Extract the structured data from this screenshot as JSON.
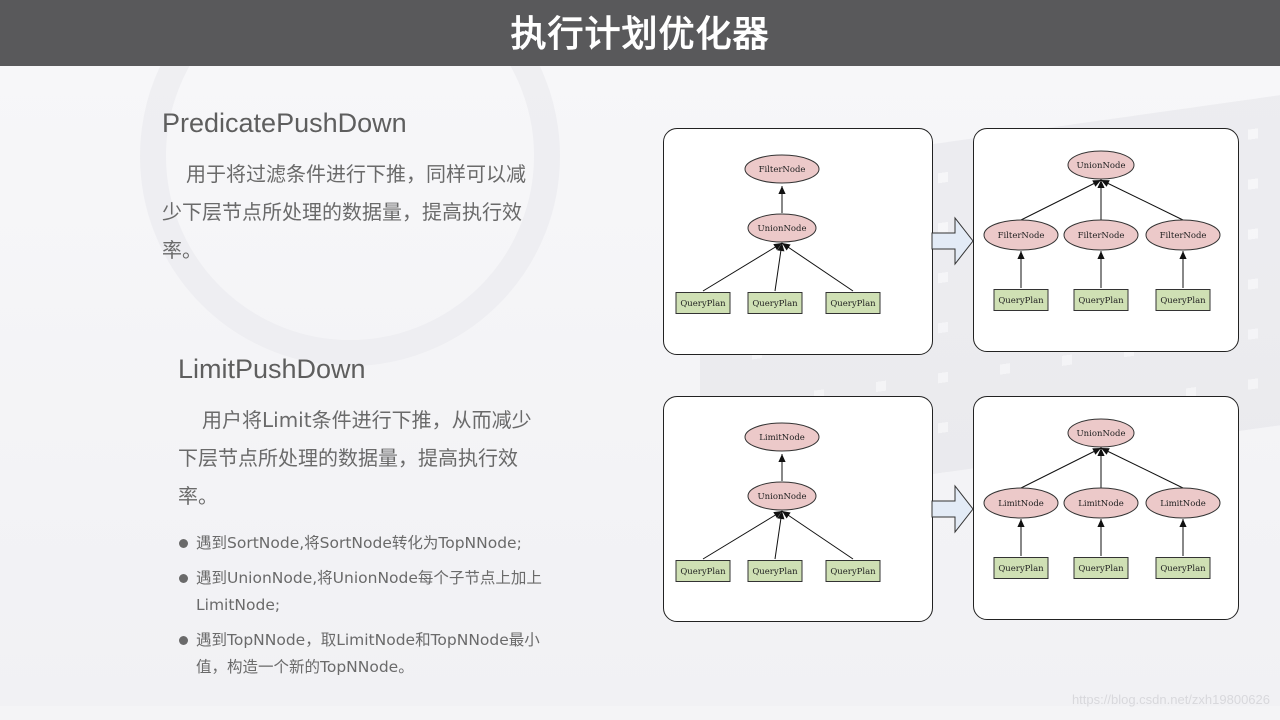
{
  "header": {
    "title": "执行计划优化器"
  },
  "predicate": {
    "heading": "PredicatePushDown",
    "body": "用于将过滤条件进行下推，同样可以减少下层节点所处理的数据量，提高执行效率。"
  },
  "limit": {
    "heading": "LimitPushDown",
    "body": "用户将Limit条件进行下推，从而减少下层节点所处理的数据量，提高执行效率。",
    "bullets": [
      "遇到SortNode,将SortNode转化为TopNNode;",
      "遇到UnionNode,将UnionNode每个子节点上加上LimitNode;",
      "遇到TopNNode，取LimitNode和TopNNode最小值，构造一个新的TopNNode。"
    ]
  },
  "diagrams": {
    "pred_before": {
      "top": "FilterNode",
      "mid": "UnionNode",
      "leaves": [
        "QueryPlan",
        "QueryPlan",
        "QueryPlan"
      ]
    },
    "pred_after": {
      "top": "UnionNode",
      "mids": [
        "FilterNode",
        "FilterNode",
        "FilterNode"
      ],
      "leaves": [
        "QueryPlan",
        "QueryPlan",
        "QueryPlan"
      ]
    },
    "limit_before": {
      "top": "LimitNode",
      "mid": "UnionNode",
      "leaves": [
        "QueryPlan",
        "QueryPlan",
        "QueryPlan"
      ]
    },
    "limit_after": {
      "top": "UnionNode",
      "mids": [
        "LimitNode",
        "LimitNode",
        "LimitNode"
      ],
      "leaves": [
        "QueryPlan",
        "QueryPlan",
        "QueryPlan"
      ]
    }
  },
  "colors": {
    "ellipse_fill": "#ecc9c9",
    "box_fill": "#cfe0b4",
    "arrow_fill": "#e3ebf6"
  },
  "watermark": "https://blog.csdn.net/zxh19800626"
}
